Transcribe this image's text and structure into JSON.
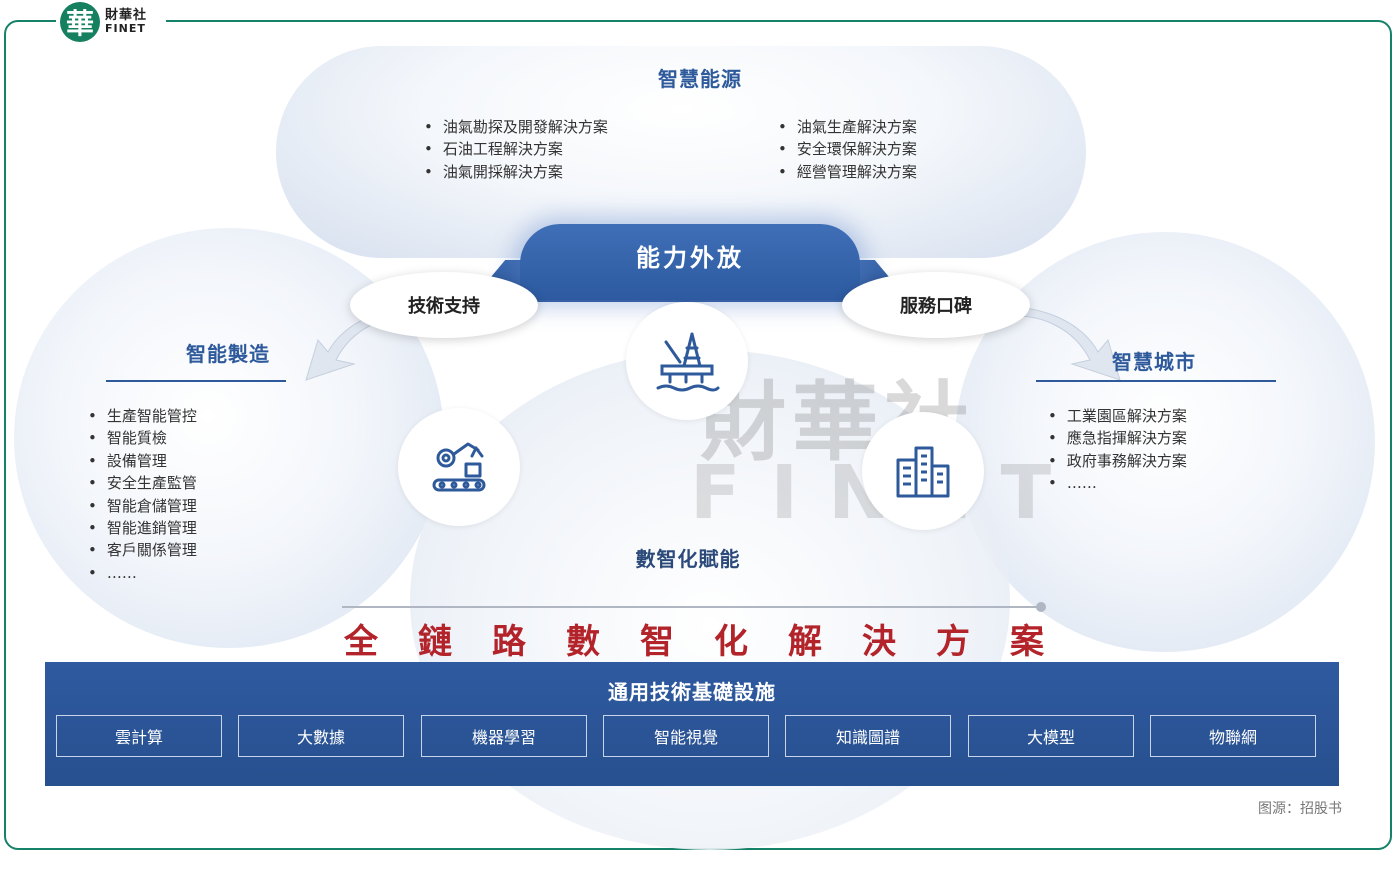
{
  "brand": {
    "badge": "華",
    "name_cn": "財華社",
    "name_en": "FINET"
  },
  "top": {
    "title": "智慧能源",
    "left_items": [
      "油氣勘探及開發解決方案",
      "石油工程解決方案",
      "油氣開採解決方案"
    ],
    "right_items": [
      "油氣生產解決方案",
      "安全環保解決方案",
      "經營管理解決方案"
    ]
  },
  "center": {
    "cap_label": "能力外放",
    "left_pill": "技術支持",
    "right_pill": "服務口碑",
    "core_label": "數智化賦能"
  },
  "left": {
    "title": "智能製造",
    "items": [
      "生產智能管控",
      "智能質檢",
      "設備管理",
      "安全生產監管",
      "智能倉儲管理",
      "智能進銷管理",
      "客戶關係管理",
      "……"
    ]
  },
  "right": {
    "title": "智慧城市",
    "items": [
      "工業園區解決方案",
      "應急指揮解決方案",
      "政府事務解決方案",
      "……"
    ]
  },
  "headline": [
    "全",
    "鏈",
    "路",
    "數",
    "智",
    "化",
    "解",
    "決",
    "方",
    "案"
  ],
  "infra": {
    "title": "通用技術基礎設施",
    "items": [
      "雲計算",
      "大數據",
      "機器學習",
      "智能視覺",
      "知識圖譜",
      "大模型",
      "物聯網"
    ]
  },
  "watermark": {
    "cn": "財華社",
    "en": "FINET"
  },
  "source": "图源：招股书",
  "colors": {
    "brand_green": "#17826a",
    "primary_blue": "#2e5a9c",
    "headline_red": "#b3232a"
  }
}
